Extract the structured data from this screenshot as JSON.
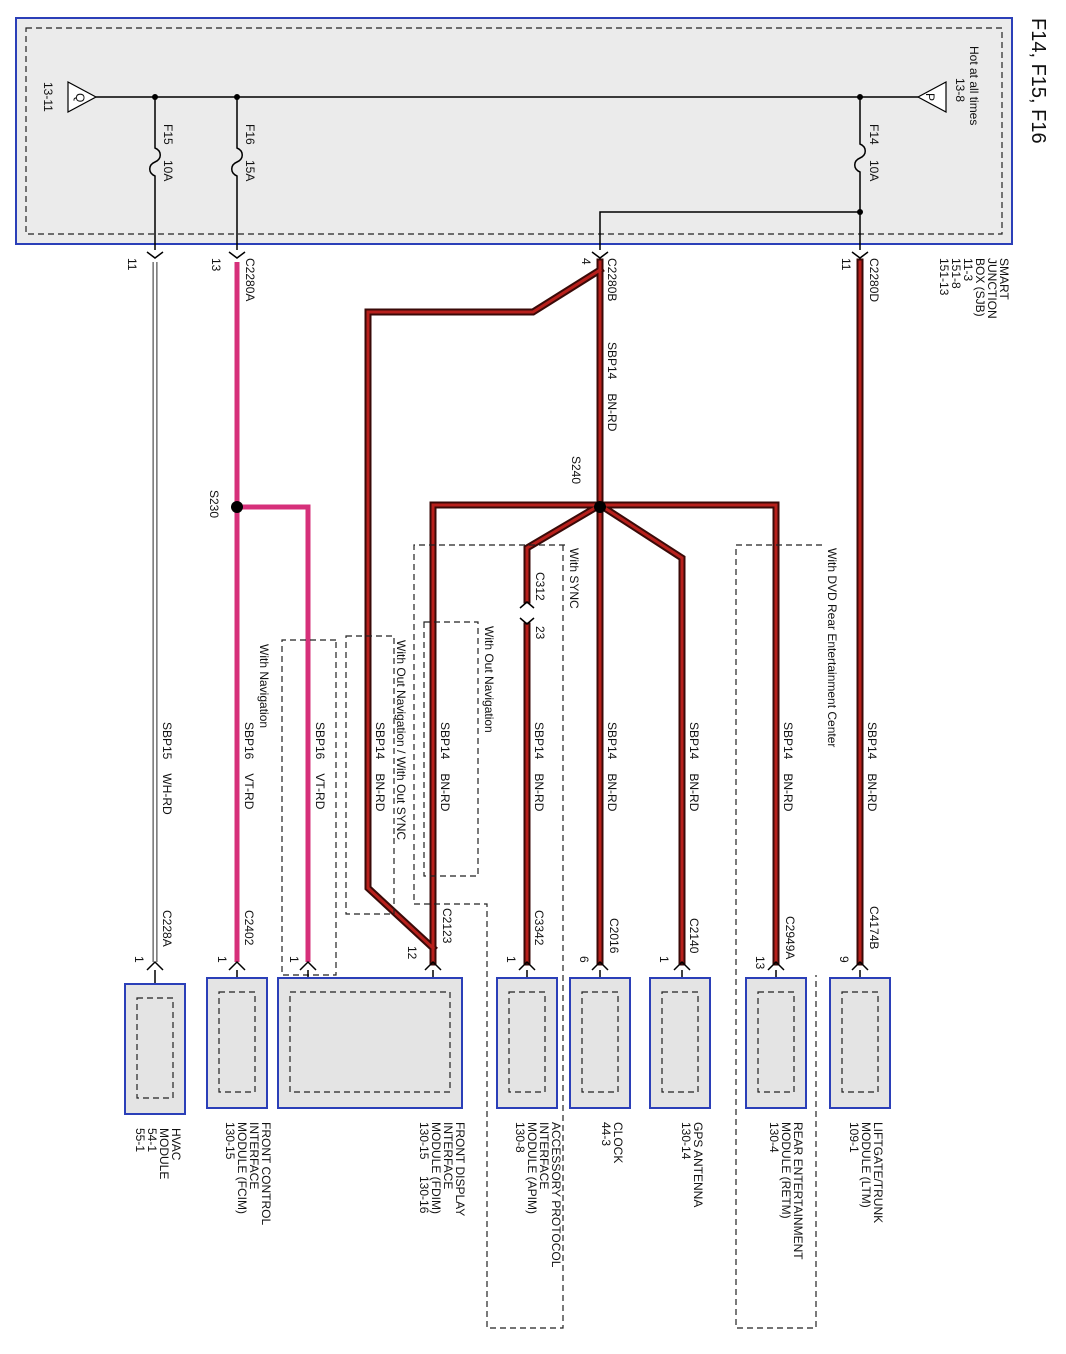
{
  "page_title": "F14, F15, F16",
  "sjb": {
    "name_lines": [
      "SMART",
      "JUNCTION",
      "BOX (SJB)",
      "11-3",
      "151-8",
      "151-13"
    ],
    "hot_label": "Hot at all times",
    "hot_ref": "13-8",
    "ground_ref": "13-11",
    "feed_P": "P",
    "feed_Q": "Q",
    "fuses": {
      "f14": {
        "name": "F14",
        "rating": "10A"
      },
      "f15": {
        "name": "F15",
        "rating": "10A"
      },
      "f16": {
        "name": "F16",
        "rating": "15A"
      }
    },
    "connectors": {
      "c2280d": {
        "name": "C2280D",
        "pin": "11"
      },
      "c2280b": {
        "name": "C2280B",
        "pin": "4"
      },
      "c2280a": {
        "name": "C2280A",
        "pin": "13"
      },
      "left": {
        "pin": "11"
      }
    }
  },
  "splices": {
    "s240": "S240",
    "s230": "S230"
  },
  "options": {
    "dvd": "With DVD Rear Entertainment Center",
    "sync": "With SYNC",
    "no_nav": "With Out Navigation",
    "no_nav_no_sync": "With Out Navigation / With Out SYNC",
    "nav": "With Navigation"
  },
  "wires": {
    "w_c2280b": {
      "circuit": "SBP14",
      "color": "BN-RD"
    },
    "w_ltm": {
      "circuit": "SBP14",
      "color": "BN-RD"
    },
    "w_retm": {
      "circuit": "SBP14",
      "color": "BN-RD"
    },
    "w_gps": {
      "circuit": "SBP14",
      "color": "BN-RD"
    },
    "w_clock": {
      "circuit": "SBP14",
      "color": "BN-RD"
    },
    "w_apim": {
      "circuit": "SBP14",
      "color": "BN-RD"
    },
    "w_fdim1": {
      "circuit": "SBP14",
      "color": "BN-RD"
    },
    "w_fdim2": {
      "circuit": "SBP14",
      "color": "BN-RD"
    },
    "w_fdim3": {
      "circuit": "SBP16",
      "color": "VT-RD"
    },
    "w_fcim": {
      "circuit": "SBP16",
      "color": "VT-RD"
    },
    "w_hvac": {
      "circuit": "SBP15",
      "color": "WH-RD"
    }
  },
  "inline": {
    "c312": "C312",
    "c312_pin": "23"
  },
  "modules": {
    "ltm": {
      "connector": "C4174B",
      "pin": "9",
      "name_lines": [
        "LIFTGATE/TRUNK",
        "MODULE (LTM)",
        "109-1"
      ]
    },
    "retm": {
      "connector": "C2949A",
      "pin": "13",
      "name_lines": [
        "REAR ENTERTAINMENT",
        "MODULE (RETM)",
        "130-4"
      ]
    },
    "gps": {
      "connector": "C2140",
      "pin": "1",
      "name_lines": [
        "GPS ANTENNA",
        "130-14"
      ]
    },
    "clock": {
      "connector": "C2016",
      "pin": "6",
      "name_lines": [
        "CLOCK",
        "44-3"
      ]
    },
    "apim": {
      "connector": "C3342",
      "pin": "1",
      "name_lines": [
        "ACCESSORY PROTOCOL",
        "INTERFACE",
        "MODULE (APIM)",
        "130-8"
      ]
    },
    "fdim": {
      "connector": "C2123",
      "pin": "12",
      "pin2": "1",
      "name_lines": [
        "FRONT DISPLAY",
        "INTERFACE",
        "MODULE (FDIM)",
        "130-15",
        "130-16"
      ]
    },
    "fcim": {
      "connector": "C2402",
      "pin": "1",
      "name_lines": [
        "FRONT CONTROL",
        "INTERFACE",
        "MODULE (FCIM)",
        "130-15"
      ]
    },
    "hvac": {
      "connector": "C228A",
      "pin": "1",
      "name_lines": [
        "HVAC",
        "MODULE",
        "54-1",
        "55-1"
      ]
    }
  },
  "colors": {
    "bn_rd_outer": "#3a0a08",
    "bn_rd_inner": "#b8201c",
    "vt_rd": "#d6307a",
    "wh_rd_outer": "#555555",
    "wh_rd_inner": "#ffffff",
    "sjb_border": "#2b3fb8",
    "sjb_fill": "#ebebeb",
    "module_fill": "#e4e4e4"
  }
}
